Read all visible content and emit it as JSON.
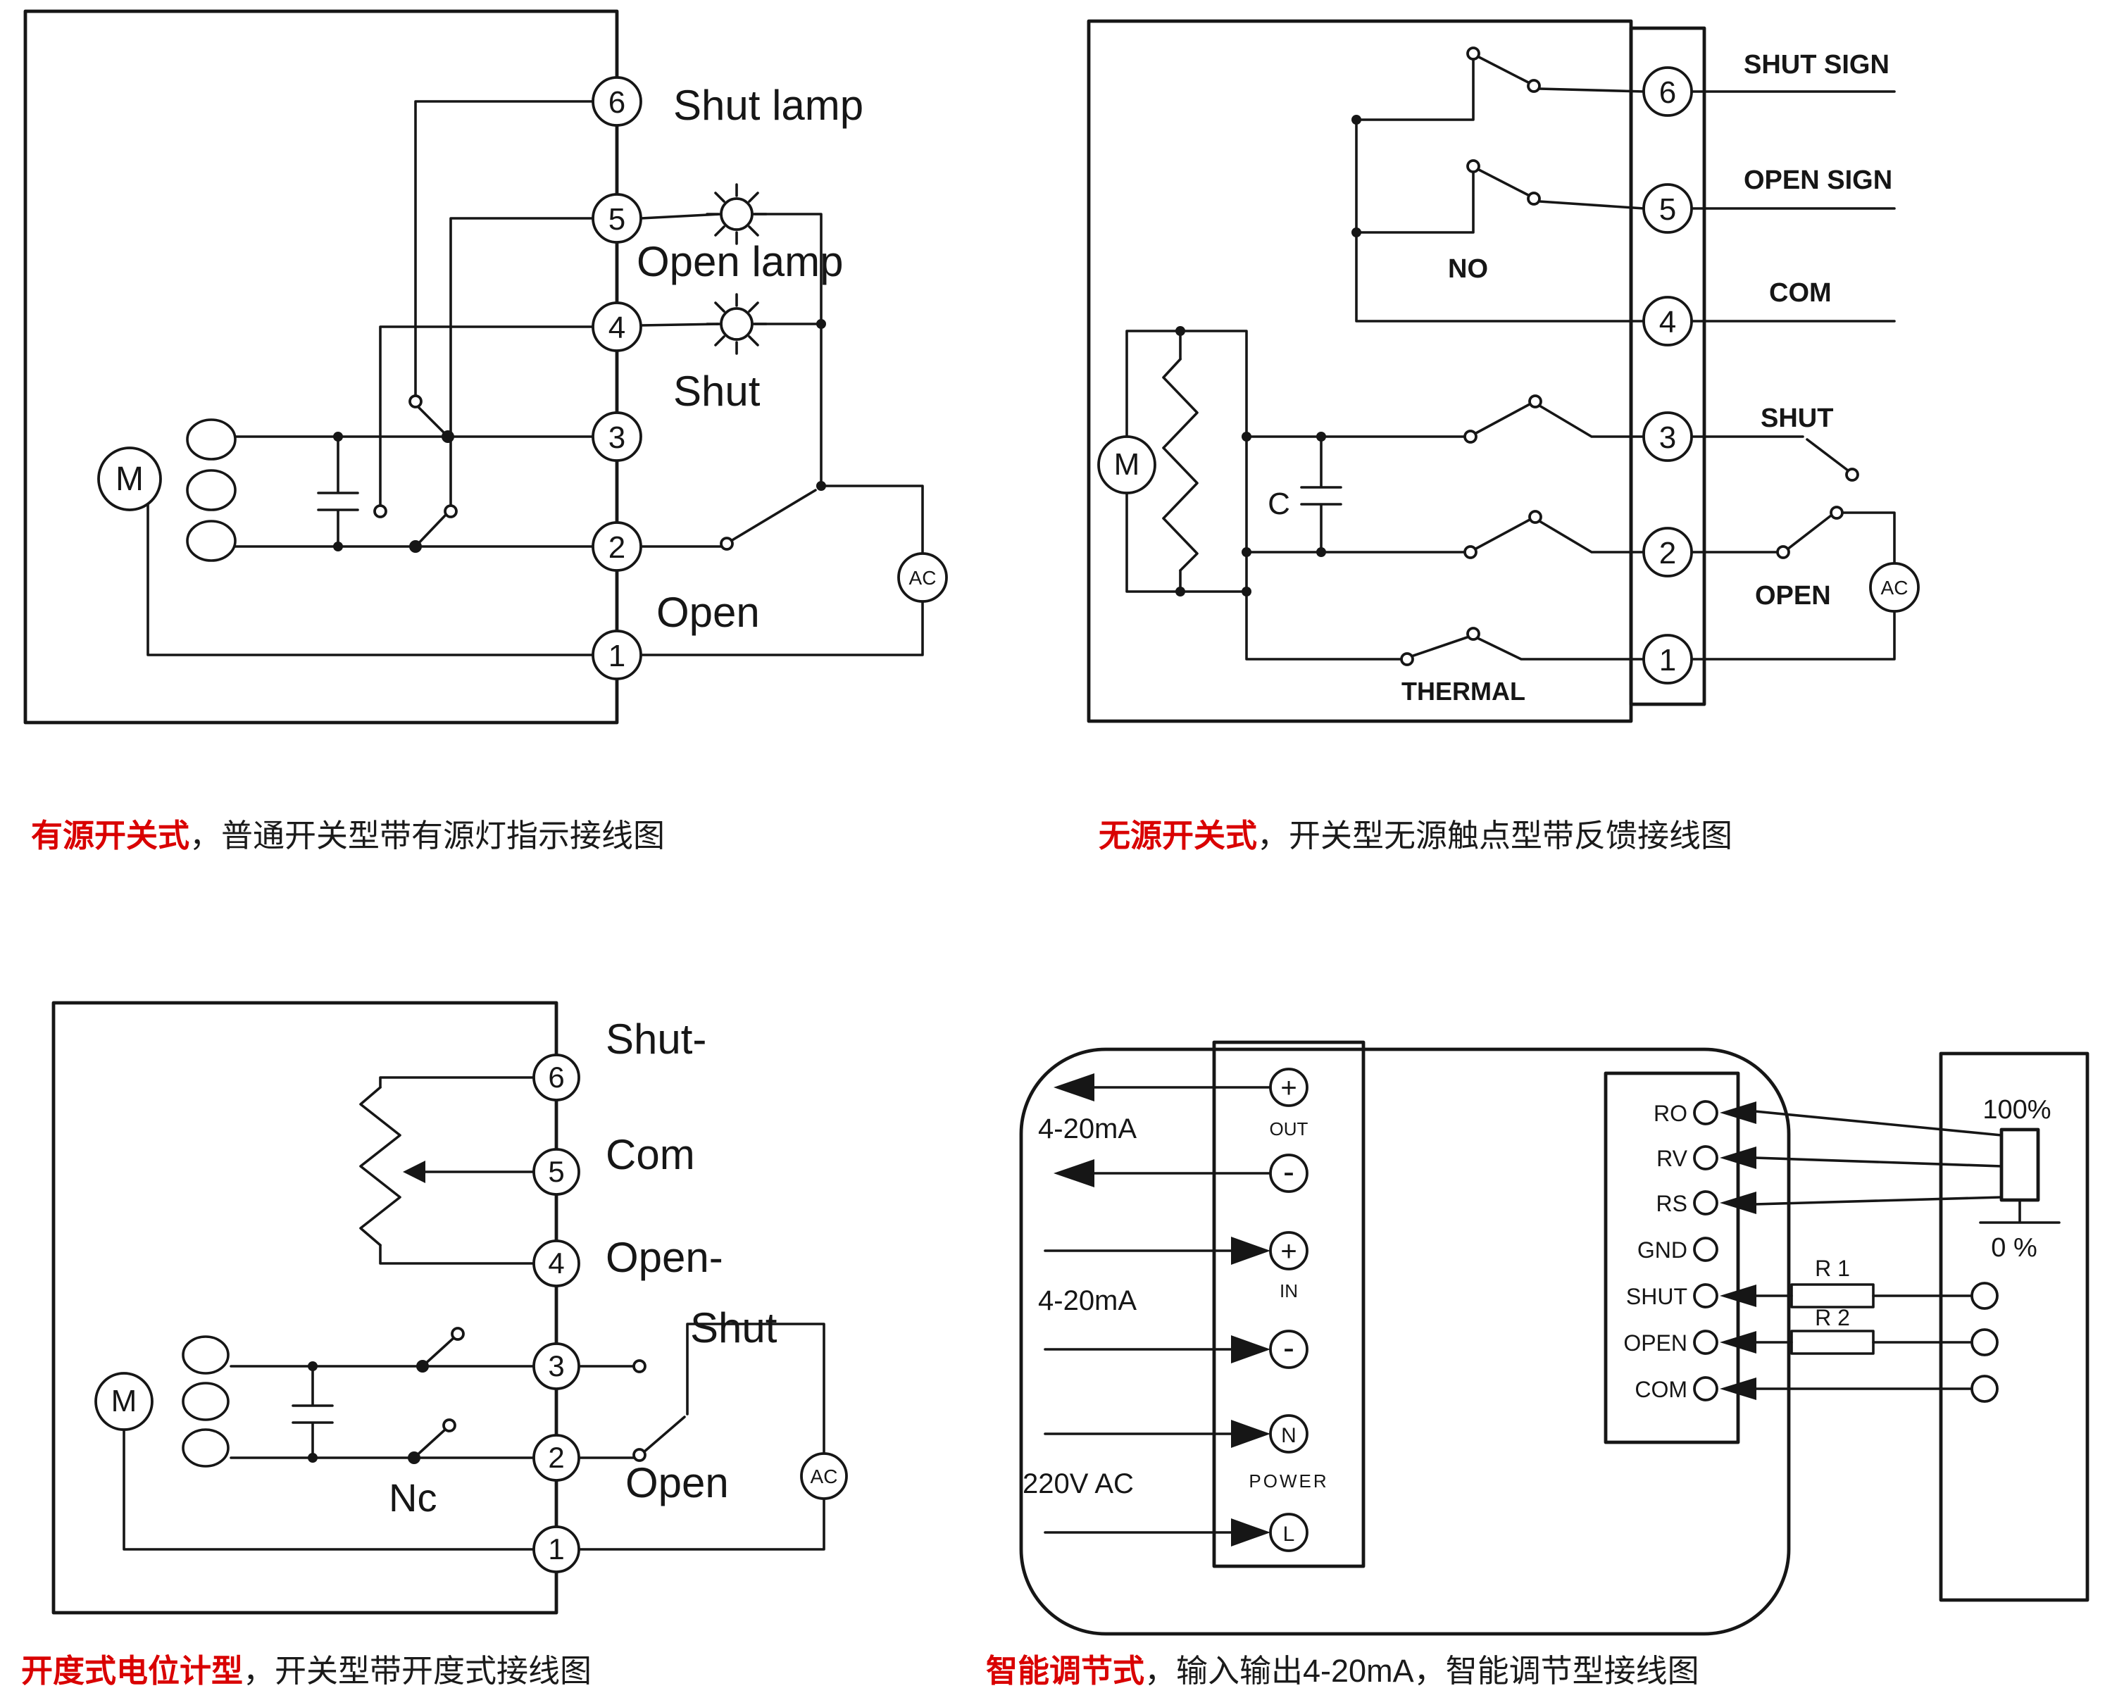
{
  "colors": {
    "accent_red": "#d90000",
    "ink": "#161616",
    "background": "#ffffff"
  },
  "captions": {
    "c1": {
      "red": "有源开关式",
      "rest": "，普通开关型带有源灯指示接线图"
    },
    "c2": {
      "red": "无源开关式",
      "rest": "，开关型无源触点型带反馈接线图"
    },
    "c3": {
      "red": "开度式电位计型",
      "rest": "，开关型带开度式接线图"
    },
    "c4": {
      "red": "智能调节式",
      "rest": "，输入输出4-20mA，智能调节型接线图"
    }
  },
  "d1": {
    "terminals": [
      "6",
      "5",
      "4",
      "3",
      "2",
      "1"
    ],
    "shut_lamp": "Shut lamp",
    "open_lamp": "Open lamp",
    "shut": "Shut",
    "open": "Open",
    "motor": "M",
    "ac": "AC"
  },
  "d2": {
    "terminals": [
      "6",
      "5",
      "4",
      "3",
      "2",
      "1"
    ],
    "shut_sign": "SHUT SIGN",
    "open_sign": "OPEN SIGN",
    "com": "COM",
    "no": "NO",
    "shut": "SHUT",
    "open": "OPEN",
    "thermal": "THERMAL",
    "motor": "M",
    "cap": "C",
    "ac": "AC"
  },
  "d3": {
    "terminals": [
      "6",
      "5",
      "4",
      "3",
      "2",
      "1"
    ],
    "shut_minus": "Shut-",
    "com": "Com",
    "open_minus": "Open-",
    "shut": "Shut",
    "open": "Open",
    "nc": "Nc",
    "motor": "M",
    "ac": "AC"
  },
  "d4": {
    "out_range": "4-20mA",
    "in_range": "4-20mA",
    "mains": "220V AC",
    "out_label": "OUT",
    "in_label": "IN",
    "power_label": "POWER",
    "plus": "+",
    "minus": "-",
    "n": "N",
    "l": "L",
    "pins": [
      "RO",
      "RV",
      "RS",
      "GND",
      "SHUT",
      "OPEN",
      "COM"
    ],
    "r1": "R 1",
    "r2": "R 2",
    "p100": "100%",
    "p0": "0 %"
  }
}
